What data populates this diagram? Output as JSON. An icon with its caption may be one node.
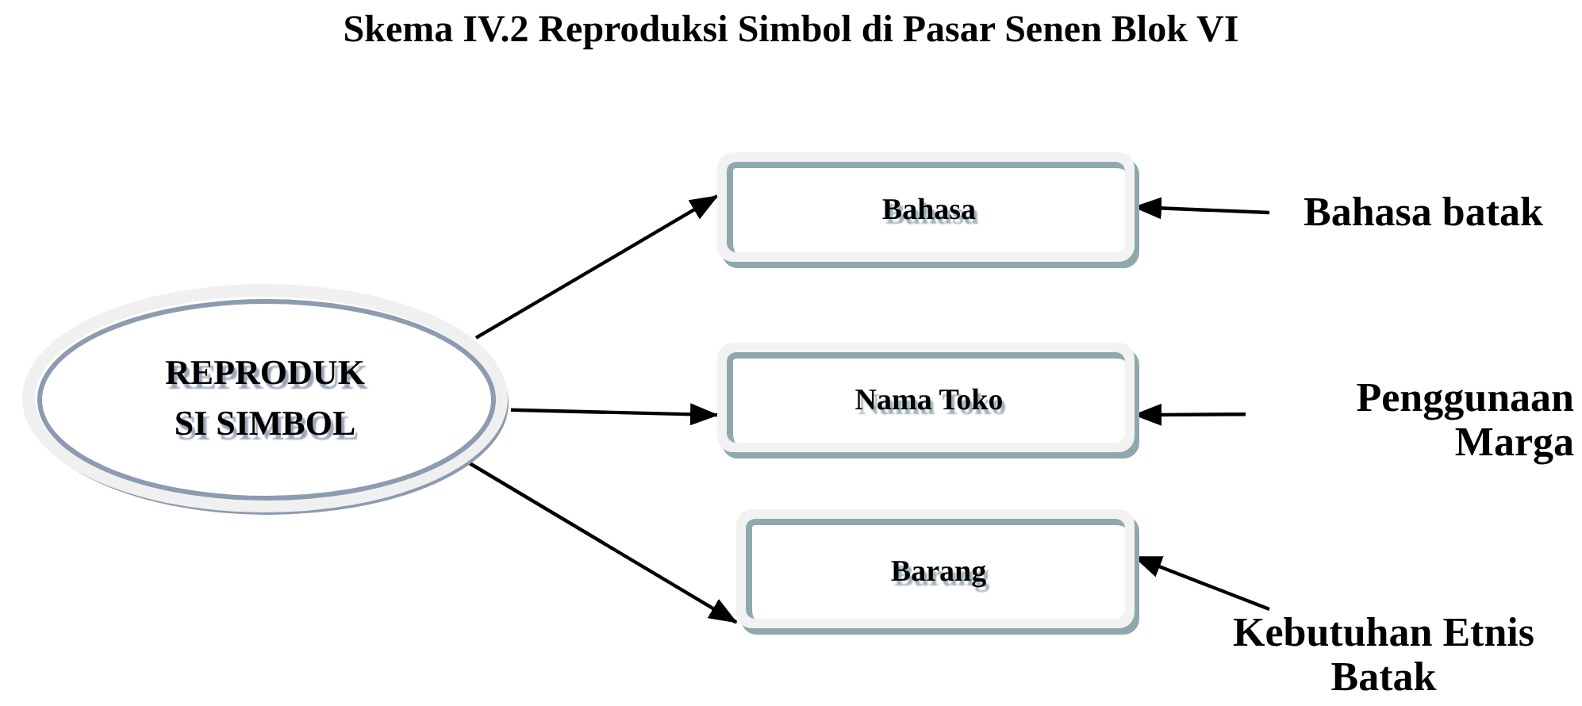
{
  "diagram": {
    "title": "Skema IV.2 Reproduksi Simbol di Pasar Senen Blok VI",
    "nodes": [
      {
        "text": [
          "REPRODUK SI SIMBOL"
        ]
      },
      {
        "text": [
          "Bahasa"
        ]
      },
      {
        "text": [
          "Nama Toko"
        ]
      },
      {
        "text": [
          "Barang"
        ]
      },
      {
        "text": [
          "Bahasa batak"
        ]
      },
      {
        "text": [
          "Penggunaan Marga"
        ]
      },
      {
        "text": [
          "Kebutuhan Etnis Batak"
        ]
      }
    ],
    "edges": [
      {
        "from": 0,
        "to": 1,
        "arrow": "to"
      },
      {
        "from": 0,
        "to": 2,
        "arrow": "to"
      },
      {
        "from": 0,
        "to": 3,
        "arrow": "to"
      },
      {
        "from": 4,
        "to": 1,
        "arrow": "to"
      },
      {
        "from": 5,
        "to": 2,
        "arrow": "to"
      },
      {
        "from": 6,
        "to": 3,
        "arrow": "to"
      }
    ]
  }
}
